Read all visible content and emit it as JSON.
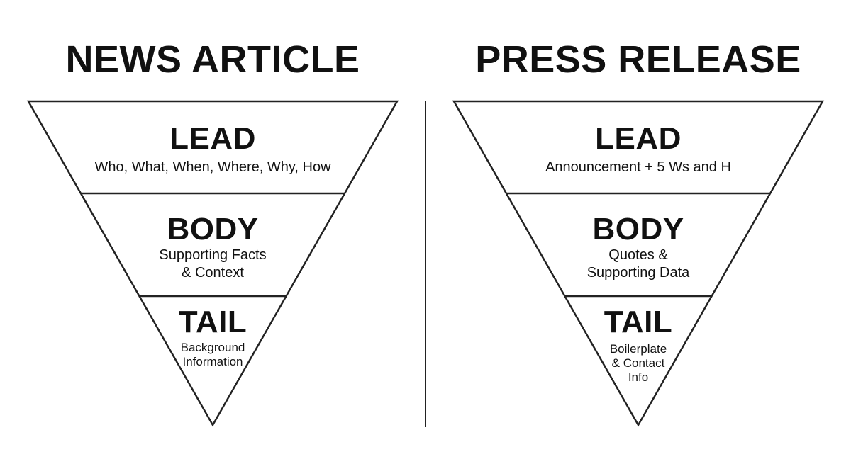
{
  "colors": {
    "stroke": "#222222",
    "fill": "#ffffff",
    "text": "#111111"
  },
  "news": {
    "title": "NEWS ARTICLE",
    "lead": {
      "title": "LEAD",
      "desc": "Who, What, When, Where, Why, How"
    },
    "body": {
      "title": "BODY",
      "line1": "Supporting Facts",
      "line2": "& Context"
    },
    "tail": {
      "title": "TAIL",
      "line1": "Background",
      "line2": "Information"
    }
  },
  "press": {
    "title": "PRESS RELEASE",
    "lead": {
      "title": "LEAD",
      "desc": "Announcement + 5 Ws and H"
    },
    "body": {
      "title": "BODY",
      "line1": "Quotes &",
      "line2": "Supporting Data"
    },
    "tail": {
      "title": "TAIL",
      "line1": "Boilerplate",
      "line2": "& Contact",
      "line3": "Info"
    }
  }
}
